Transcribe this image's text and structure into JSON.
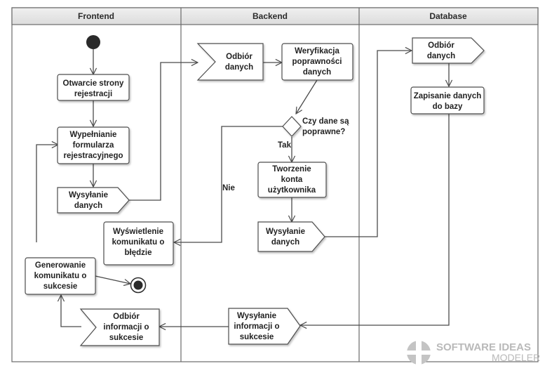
{
  "lanes": [
    "Frontend",
    "Backend",
    "Database"
  ],
  "nodes": {
    "open_page": [
      "Otwarcie strony",
      "rejestracji"
    ],
    "fill_form": [
      "Wypełnianie",
      "formularza",
      "rejestracyjnego"
    ],
    "send_data_fe": [
      "Wysyłanie",
      "danych"
    ],
    "show_error": [
      "Wyświetlenie",
      "komunikatu o",
      "błędzie"
    ],
    "gen_success": [
      "Generowanie",
      "komunikatu o",
      "sukcesie"
    ],
    "recv_success": [
      "Odbiór",
      "informacji o",
      "sukcesie"
    ],
    "recv_data_be": [
      "Odbiór",
      "danych"
    ],
    "verify": [
      "Weryfikacja",
      "poprawności",
      "danych"
    ],
    "decision": [
      "Czy dane są",
      "poprawne?"
    ],
    "create_account": [
      "Tworzenie",
      "konta",
      "użytkownika"
    ],
    "send_data_be": [
      "Wysyłanie",
      "danych"
    ],
    "send_success": [
      "Wysyłanie",
      "informacji o",
      "sukcesie"
    ],
    "recv_data_db": [
      "Odbiór",
      "danych"
    ],
    "save_data": [
      "Zapisanie danych",
      "do bazy"
    ]
  },
  "edge_labels": {
    "yes": "Tak",
    "no": "Nie"
  },
  "branding": {
    "line1": "SOFTWARE IDEAS",
    "line2": "MODELER"
  },
  "colors": {
    "node_fill": "#ffffff",
    "node_stroke": "#4d4d4d",
    "lane_header": "#e6e6e6",
    "brand_gray": "#bdbdbd"
  }
}
